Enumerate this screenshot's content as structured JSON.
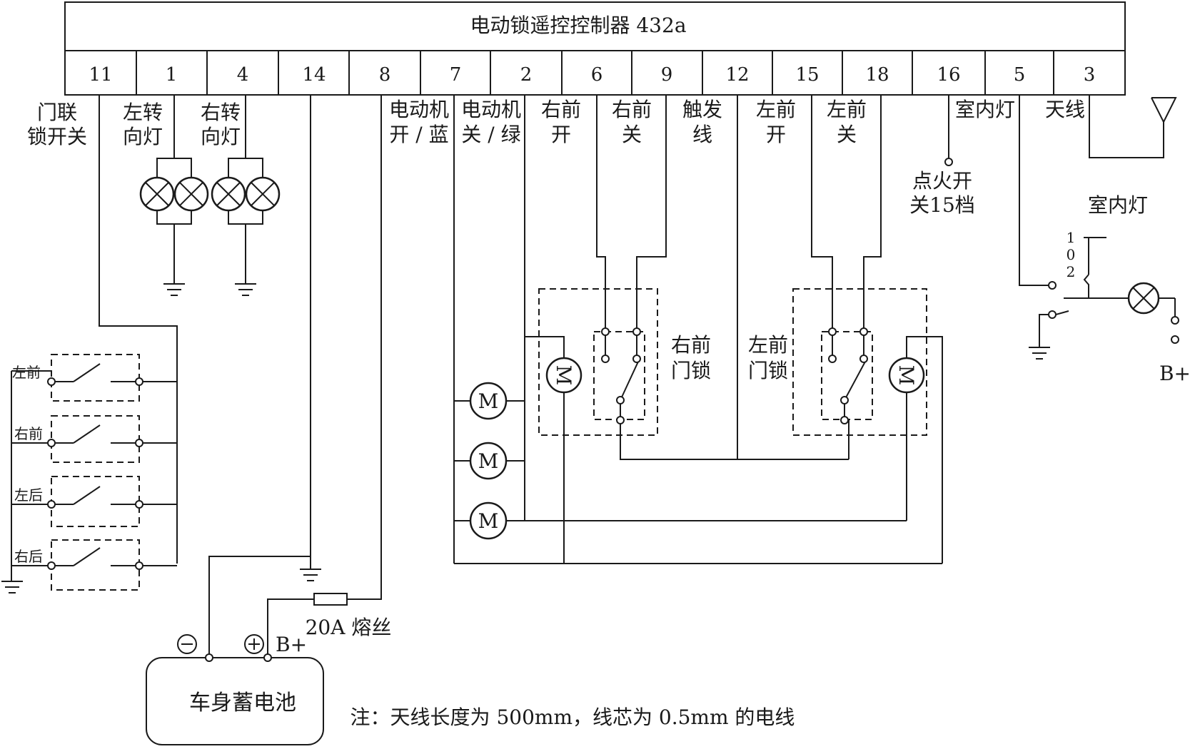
{
  "controller": {
    "title": "电动锁遥控控制器 432a"
  },
  "pins": [
    "11",
    "1",
    "4",
    "14",
    "8",
    "7",
    "2",
    "6",
    "9",
    "12",
    "15",
    "18",
    "16",
    "5",
    "3"
  ],
  "labels": {
    "door_switch_1": "门联",
    "door_switch_2": "锁开关",
    "left_turn_1": "左转",
    "left_turn_2": "向灯",
    "right_turn_1": "右转",
    "right_turn_2": "向灯",
    "motor_open_1": "电动机",
    "motor_open_2": "开 / 蓝",
    "motor_close_1": "电动机",
    "motor_close_2": "关 / 绿",
    "rf_open_1": "右前",
    "rf_open_2": "开",
    "rf_close_1": "右前",
    "rf_close_2": "关",
    "trigger_1": "触发",
    "trigger_2": "线",
    "lf_open_1": "左前",
    "lf_open_2": "开",
    "lf_close_1": "左前",
    "lf_close_2": "关",
    "interior_light_pin": "室内灯",
    "antenna": "天线",
    "ignition_1": "点火开",
    "ignition_2": "关15档",
    "interior_light": "室内灯",
    "right_front_lock_1": "右前",
    "right_front_lock_2": "门锁",
    "left_front_lock_1": "左前",
    "left_front_lock_2": "门锁",
    "door_left_front": "左前",
    "door_right_front": "右前",
    "door_left_rear": "左后",
    "door_right_rear": "右后",
    "fuse": "20A 熔丝",
    "battery": "车身蓄电池",
    "battery_pos": "B+",
    "b_plus": "B+",
    "note": "注：天线长度为 500mm，线芯为 0.5mm 的电线",
    "switch_pos_1": "1",
    "switch_pos_0": "0",
    "switch_pos_2": "2",
    "motor": "M"
  }
}
